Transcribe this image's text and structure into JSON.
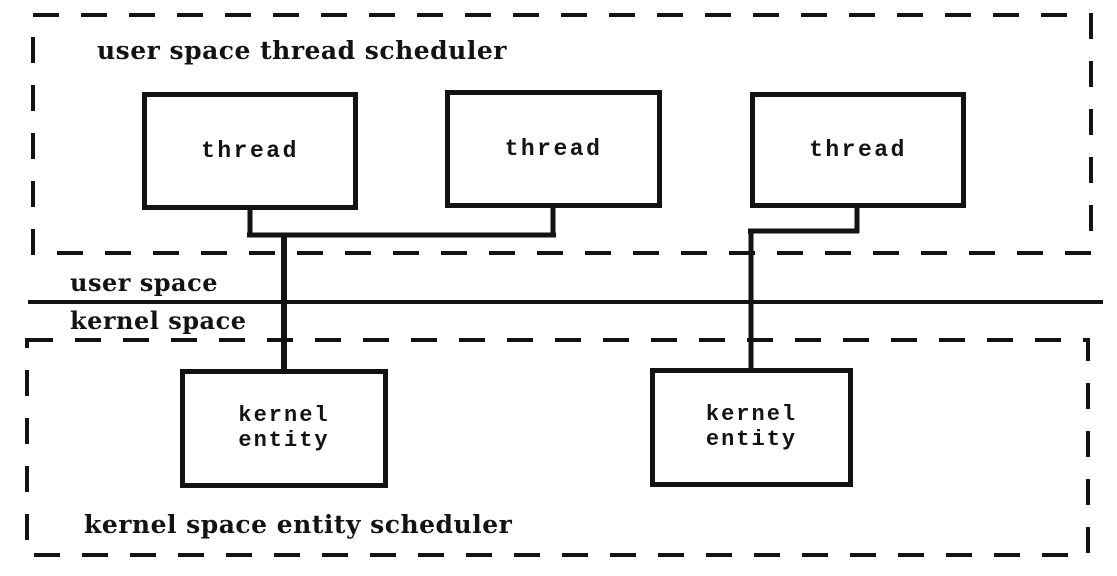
{
  "canvas": {
    "background": "#ffffff",
    "ink": "#131313"
  },
  "user_space": {
    "scheduler_title": "user space thread scheduler",
    "boundary_label": "user space",
    "threads": [
      {
        "id": "thread-1",
        "label": "thread"
      },
      {
        "id": "thread-2",
        "label": "thread"
      },
      {
        "id": "thread-3",
        "label": "thread"
      }
    ]
  },
  "kernel_space": {
    "scheduler_title": "kernel space entity scheduler",
    "boundary_label": "kernel space",
    "entities": [
      {
        "id": "kernel-entity-1",
        "label": "kernel\nentity"
      },
      {
        "id": "kernel-entity-2",
        "label": "kernel\nentity"
      }
    ]
  },
  "edges": [
    {
      "from": "thread-1",
      "to": "kernel-entity-1"
    },
    {
      "from": "thread-2",
      "to": "kernel-entity-1"
    },
    {
      "from": "thread-3",
      "to": "kernel-entity-2"
    }
  ]
}
